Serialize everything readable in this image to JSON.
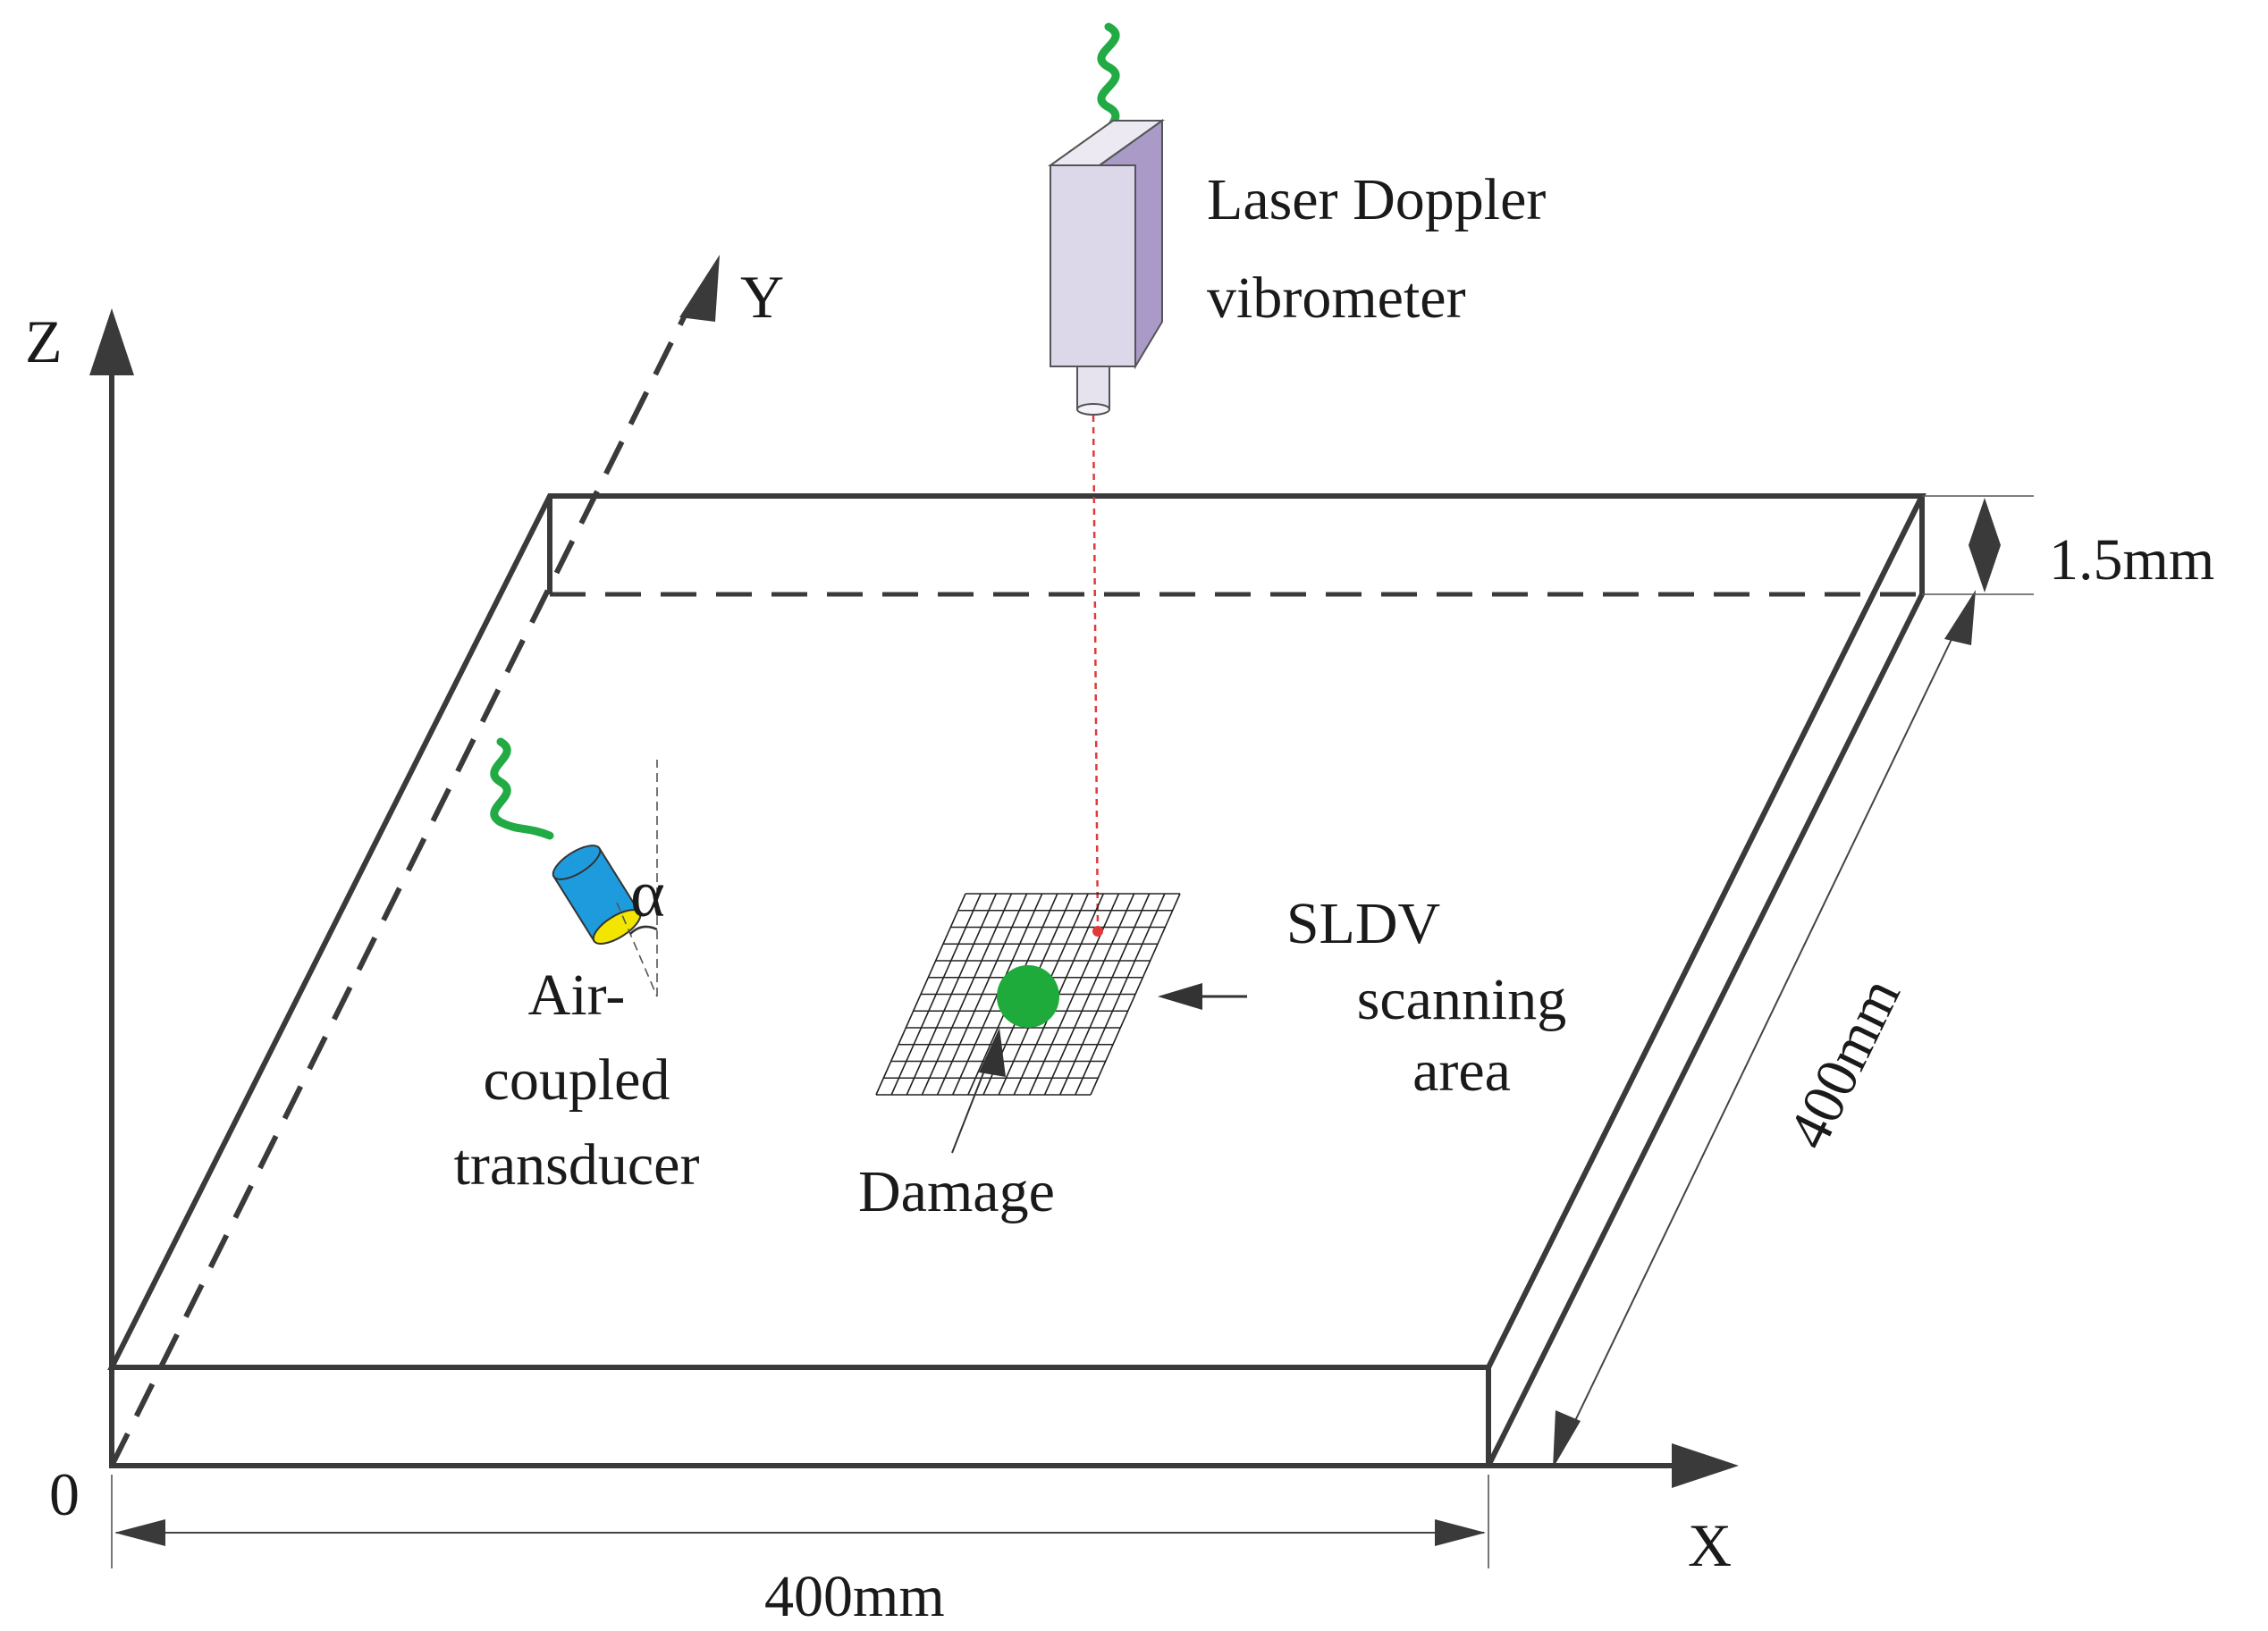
{
  "labels": {
    "laser": [
      "Laser Doppler",
      "vibrometer"
    ],
    "transducer": [
      "Air-",
      "coupled",
      "transducer"
    ],
    "damage": "Damage",
    "scan": [
      "SLDV",
      "scanning",
      "area"
    ],
    "alpha": "α",
    "thickness": "1.5mm",
    "width": "400mm",
    "depth": "400mm",
    "axis_x": "X",
    "axis_y": "Y",
    "axis_z": "Z",
    "origin": "0"
  },
  "colors": {
    "edge": "#3a3a3a",
    "laser_body": "#dcd8ea",
    "laser_side": "#a99ac7",
    "laser_beam": "#e03a3a",
    "cable": "#22aa44",
    "transducer_body": "#1e9bdc",
    "transducer_face": "#f2e600",
    "damage": "#1faa3c"
  },
  "icons": {
    "cable": "wavy-cable-icon",
    "laser": "laser-head-icon",
    "transducer": "cylinder-transducer-icon"
  }
}
